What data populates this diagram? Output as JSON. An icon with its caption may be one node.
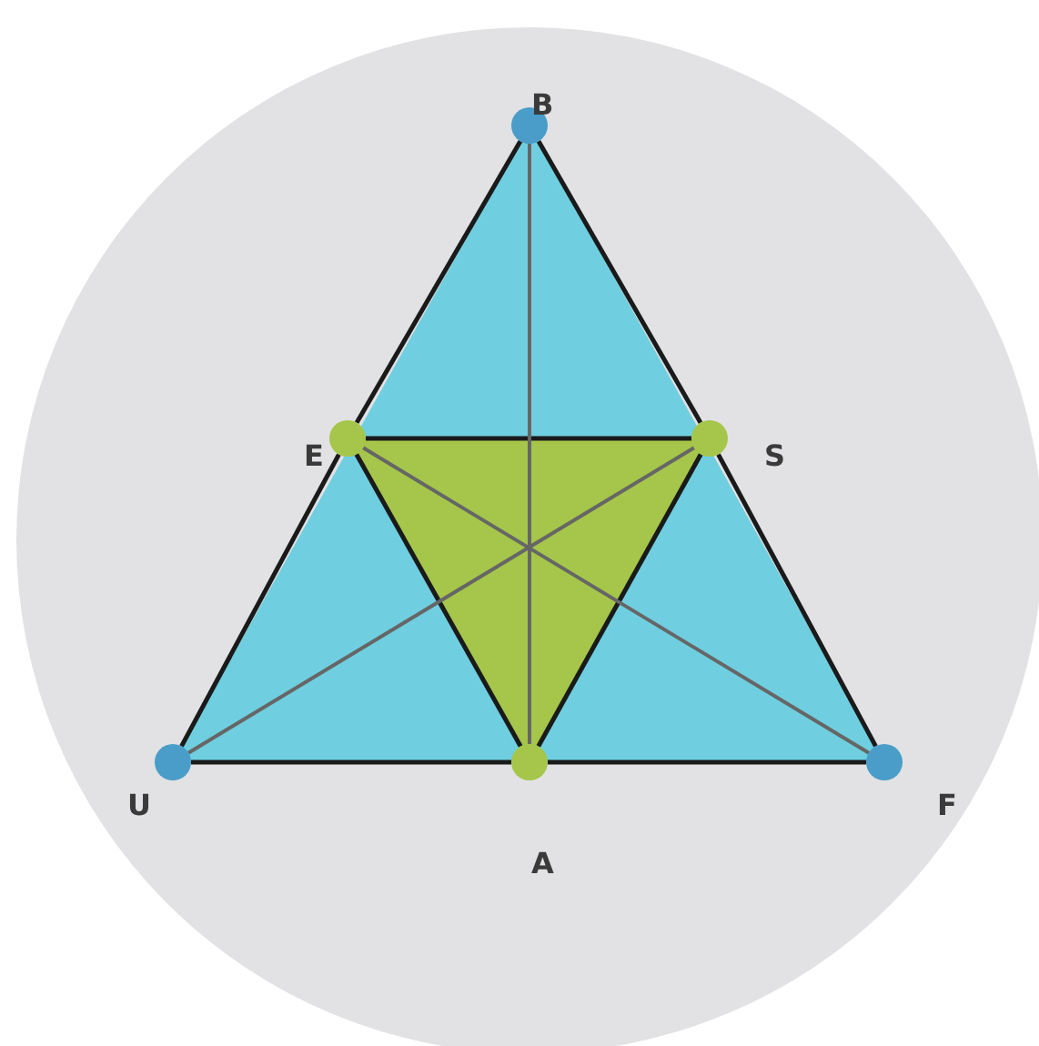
{
  "diagram": {
    "nodes": [
      {
        "text": [
          "B"
        ]
      },
      {
        "text": [
          "E"
        ]
      },
      {
        "text": [
          "S"
        ]
      },
      {
        "text": [
          "U"
        ]
      },
      {
        "text": [
          "A"
        ]
      },
      {
        "text": [
          "F"
        ]
      }
    ],
    "edges": [
      {
        "from": 0,
        "to": 1,
        "arrow": "none"
      },
      {
        "from": 1,
        "to": 3,
        "arrow": "none"
      },
      {
        "from": 0,
        "to": 2,
        "arrow": "none"
      },
      {
        "from": 2,
        "to": 5,
        "arrow": "none"
      },
      {
        "from": 3,
        "to": 4,
        "arrow": "none"
      },
      {
        "from": 4,
        "to": 5,
        "arrow": "none"
      },
      {
        "from": 1,
        "to": 2,
        "arrow": "none"
      },
      {
        "from": 1,
        "to": 4,
        "arrow": "none"
      },
      {
        "from": 2,
        "to": 4,
        "arrow": "none"
      },
      {
        "from": 0,
        "to": 4,
        "arrow": "none",
        "color": "#666666"
      },
      {
        "from": 1,
        "to": 5,
        "arrow": "none",
        "color": "#666666"
      },
      {
        "from": 2,
        "to": 3,
        "arrow": "none",
        "color": "#666666"
      }
    ]
  }
}
